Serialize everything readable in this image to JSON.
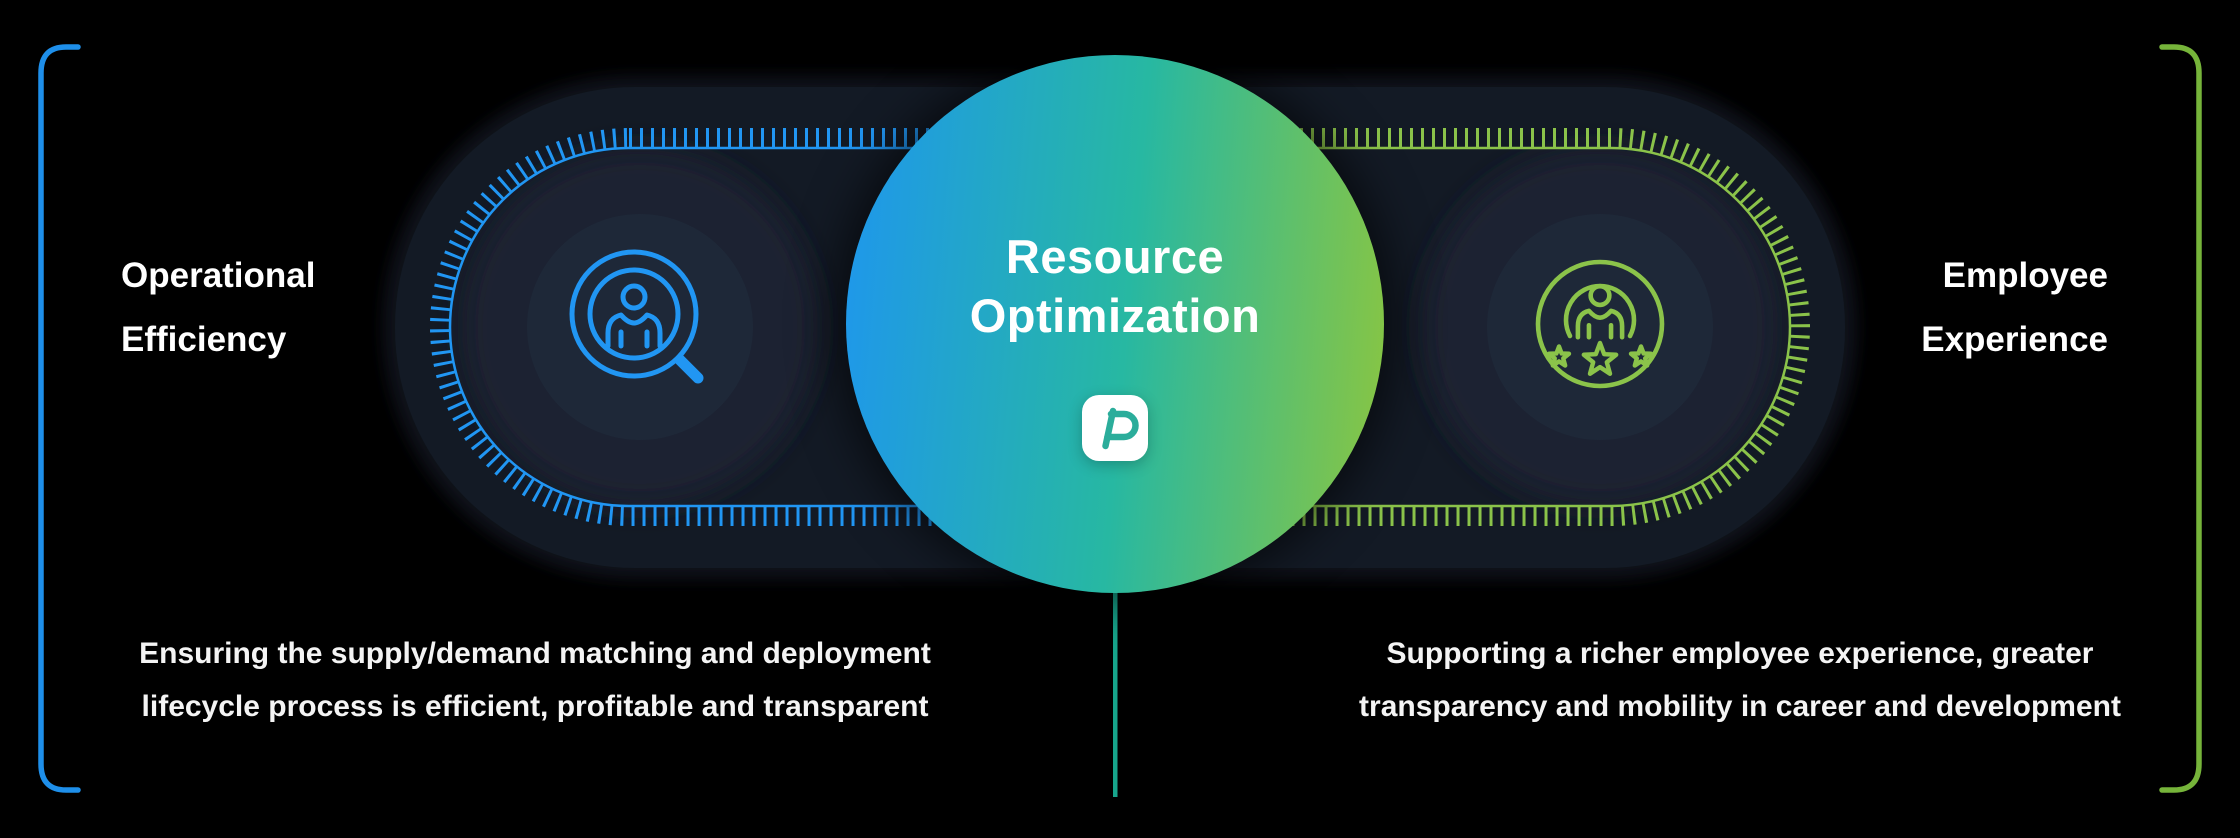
{
  "center": {
    "title_line1": "Resource",
    "title_line2": "Optimization",
    "logo_letter": "P"
  },
  "left": {
    "label_line1": "Operational",
    "label_line2": "Efficiency",
    "desc_line1": "Ensuring the supply/demand matching and deployment",
    "desc_line2": "lifecycle process is efficient, profitable and transparent"
  },
  "right": {
    "label_line1": "Employee",
    "label_line2": "Experience",
    "desc_line1": "Supporting a richer employee experience, greater",
    "desc_line2": "transparency and mobility in career and development"
  },
  "icons": {
    "left_icon": "person-search-icon",
    "right_icon": "person-stars-icon",
    "center_logo": "p-logo-icon",
    "left_frame": "blue-bracket",
    "right_frame": "green-bracket"
  },
  "colors": {
    "background": "#000000",
    "blue_accent": "#2196F3",
    "green_accent": "#8BC34A",
    "teal_line": "#17A58C",
    "gradient_start": "#1E96EE",
    "gradient_mid": "#27B8A2",
    "gradient_end": "#8CC63F",
    "stadium_fill": "#131A25",
    "icon_circle_fill": "#1E2838",
    "halo_fill": "#1A2330",
    "text_white": "#FFFFFF"
  }
}
